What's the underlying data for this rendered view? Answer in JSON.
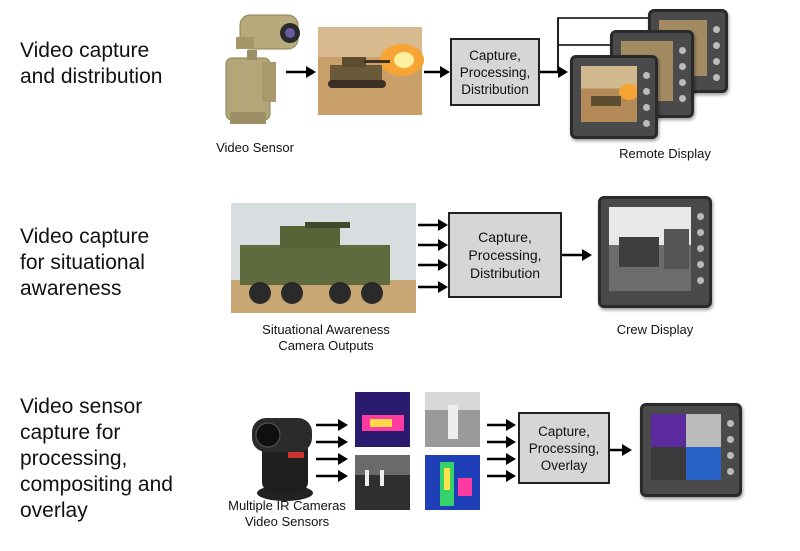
{
  "rows": [
    {
      "title": "Video capture\nand distribution",
      "box": "Capture,\nProcessing,\nDistribution",
      "captions": {
        "sensor": "Video Sensor",
        "display": "Remote Display"
      }
    },
    {
      "title": "Video capture\nfor situational\nawareness",
      "box": "Capture,\nProcessing,\nDistribution",
      "captions": {
        "source": "Situational Awareness\nCamera Outputs",
        "display": "Crew Display"
      }
    },
    {
      "title": "Video sensor\ncapture for\nprocessing,\ncompositing and\noverlay",
      "box": "Capture,\nProcessing,\nOverlay",
      "captions": {
        "source": "Multiple IR Cameras\nVideo Sensors"
      }
    }
  ],
  "colors": {
    "box_fill": "#d6d6d6",
    "desert": "#c9a06a",
    "fire": "#f6a534",
    "thermal_hot": "#ff3aa0",
    "thermal_cold": "#2a1b6e"
  }
}
